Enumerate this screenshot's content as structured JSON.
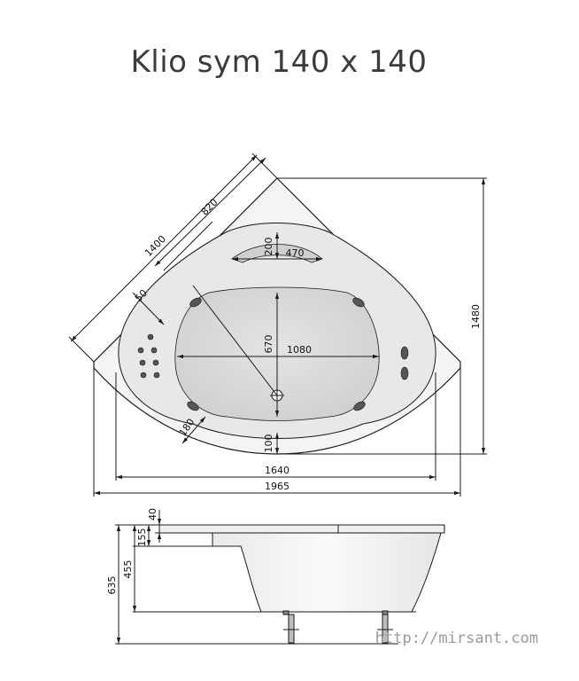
{
  "title": "Klio sym 140 x 140",
  "top_view_dimensions": {
    "diag_outer": "1400",
    "diag_inner": "820",
    "rim": "50",
    "headrest_depth": "200",
    "headrest_width": "470",
    "basin_depth": "670",
    "basin_width": "1080",
    "height_right": "1480",
    "corner_radius": "180",
    "front_gap": "100",
    "inner_width": "1640",
    "overall_width": "1965"
  },
  "side_view_dimensions": {
    "rim_thickness": "40",
    "rim_to_seat": "155",
    "tub_depth": "455",
    "total_height": "635"
  },
  "watermark": "http://mirsant.com",
  "colors": {
    "line": "#1a1a1a",
    "tub_fill": "#f3f3f3",
    "basin_fill": "#dcdcdc",
    "jet_fill": "#555555",
    "title": "#3c3c3c"
  }
}
